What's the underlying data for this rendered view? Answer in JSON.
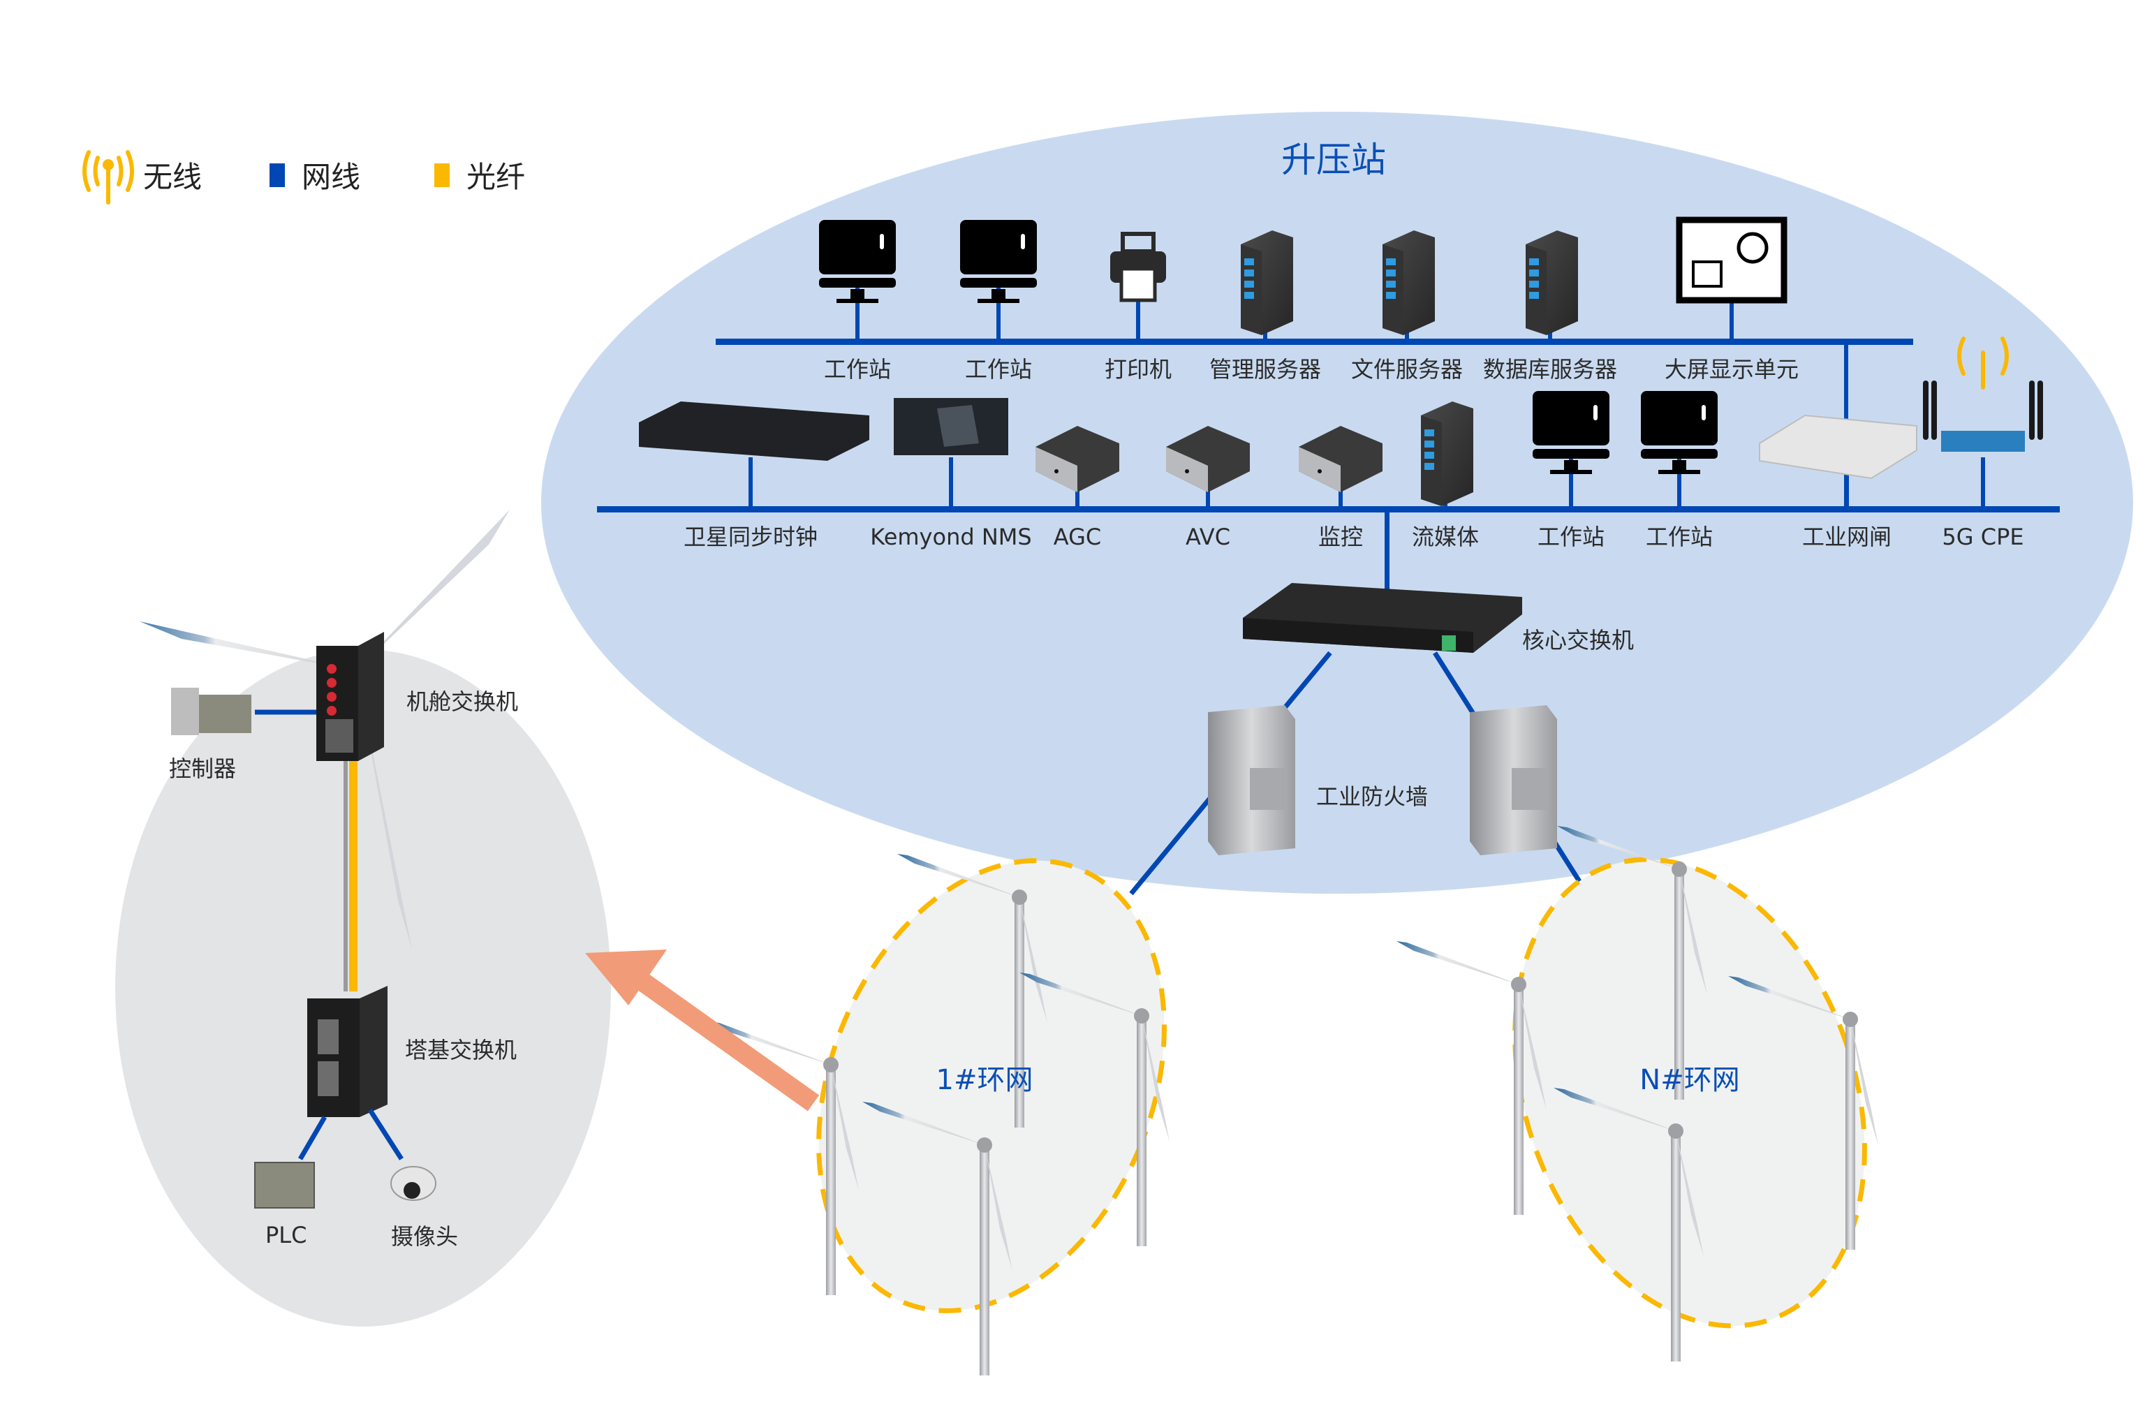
{
  "legend": {
    "wireless": {
      "label": "无线",
      "color": "#FBB800"
    },
    "ethernet": {
      "label": "网线",
      "color": "#0047B3"
    },
    "fiber": {
      "label": "光纤",
      "color": "#FBB800"
    }
  },
  "colors": {
    "station_bg": "#C9DAF0",
    "turbine_bg": "#E3E4E6",
    "ring_fill": "#F0F2F2",
    "ring_border": "#FBB800",
    "bus": "#0047B3",
    "arrow": "#F29B78",
    "title": "#0A4FB5"
  },
  "station": {
    "title": "升压站",
    "row1": [
      {
        "label": "工作站",
        "icon": "workstation-icon"
      },
      {
        "label": "工作站",
        "icon": "workstation-icon"
      },
      {
        "label": "打印机",
        "icon": "printer-icon"
      },
      {
        "label": "管理服务器",
        "icon": "management-server-icon"
      },
      {
        "label": "文件服务器",
        "icon": "file-server-icon"
      },
      {
        "label": "数据库服务器",
        "icon": "database-server-icon"
      },
      {
        "label": "大屏显示单元",
        "icon": "dashboard-display-icon"
      }
    ],
    "row2": [
      {
        "label": "卫星同步时钟",
        "icon": "satellite-clock-icon"
      },
      {
        "label": "Kemyond NMS",
        "icon": "nms-screen-icon"
      },
      {
        "label": "AGC",
        "icon": "agc-box-icon"
      },
      {
        "label": "AVC",
        "icon": "avc-box-icon"
      },
      {
        "label": "监控",
        "icon": "monitor-box-icon"
      },
      {
        "label": "流媒体",
        "icon": "streaming-server-icon"
      },
      {
        "label": "工作站",
        "icon": "workstation-icon"
      },
      {
        "label": "工作站",
        "icon": "workstation-icon"
      },
      {
        "label": "工业网闸",
        "icon": "industrial-gateway-icon"
      },
      {
        "label": "5G CPE",
        "icon": "5g-cpe-icon"
      }
    ],
    "core_switch": "核心交换机",
    "firewall": "工业防火墙"
  },
  "turbine": {
    "nacelle_switch": "机舱交换机",
    "controller": "控制器",
    "tower_switch": "塔基交换机",
    "plc": "PLC",
    "camera": "摄像头"
  },
  "rings": [
    {
      "label": "1#环网"
    },
    {
      "label": "N#环网"
    }
  ]
}
